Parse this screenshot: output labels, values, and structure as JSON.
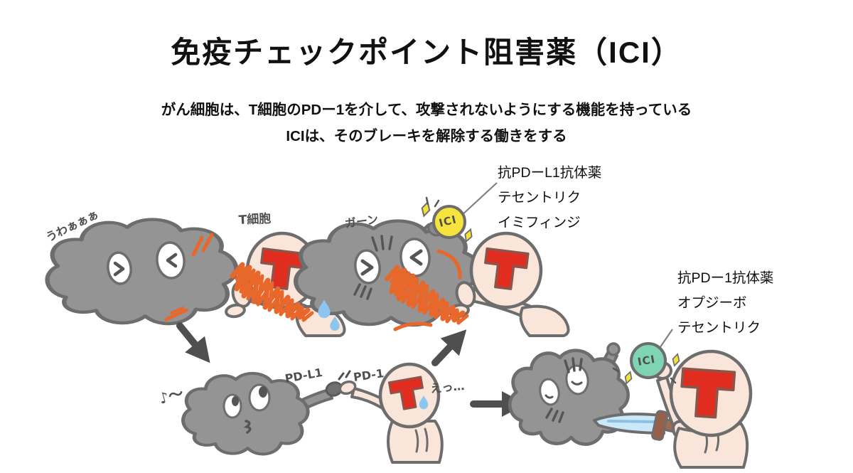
{
  "slide": {
    "title": "免疫チェックポイント阻害薬（ICI）",
    "subtitle1": "がん細胞は、T細胞のPDー1を介して、攻撃されないようにする機能を持っている",
    "subtitle2": "ICIは、そのブレーキを解除する働きをする"
  },
  "labels": {
    "anti_pdl1": {
      "title": "抗PDーL1抗体薬",
      "drugs": [
        "テセントリク",
        "イミフィンジ"
      ]
    },
    "anti_pd1": {
      "title": "抗PDー1抗体薬",
      "drugs": [
        "オプジーボ",
        "テセントリク"
      ]
    }
  },
  "hand": {
    "scream": "うわぁぁぁ",
    "t_cell": "T細胞",
    "shock": "ガーン",
    "whistle": "♪〜",
    "pdl1": "PD-L1",
    "pd1": "PD-1",
    "surprise": "えっ…",
    "ici_bulb": "ICI",
    "ici_ball": "ICI"
  },
  "colors": {
    "cancer_cell_gray": "#949494",
    "outline_gray": "#6d6d6d",
    "attack_orange": "#e8672a",
    "t_cell_skin": "#fae5da",
    "t_mark_red": "#e02d1f",
    "ici_bulb_yellow": "#f6e33d",
    "ici_ball_green": "#7fd4b4",
    "sword_blue": "#c9e9fb",
    "sweat_blue": "#8cc6ee",
    "arrow_gray": "#4f4f4f"
  }
}
